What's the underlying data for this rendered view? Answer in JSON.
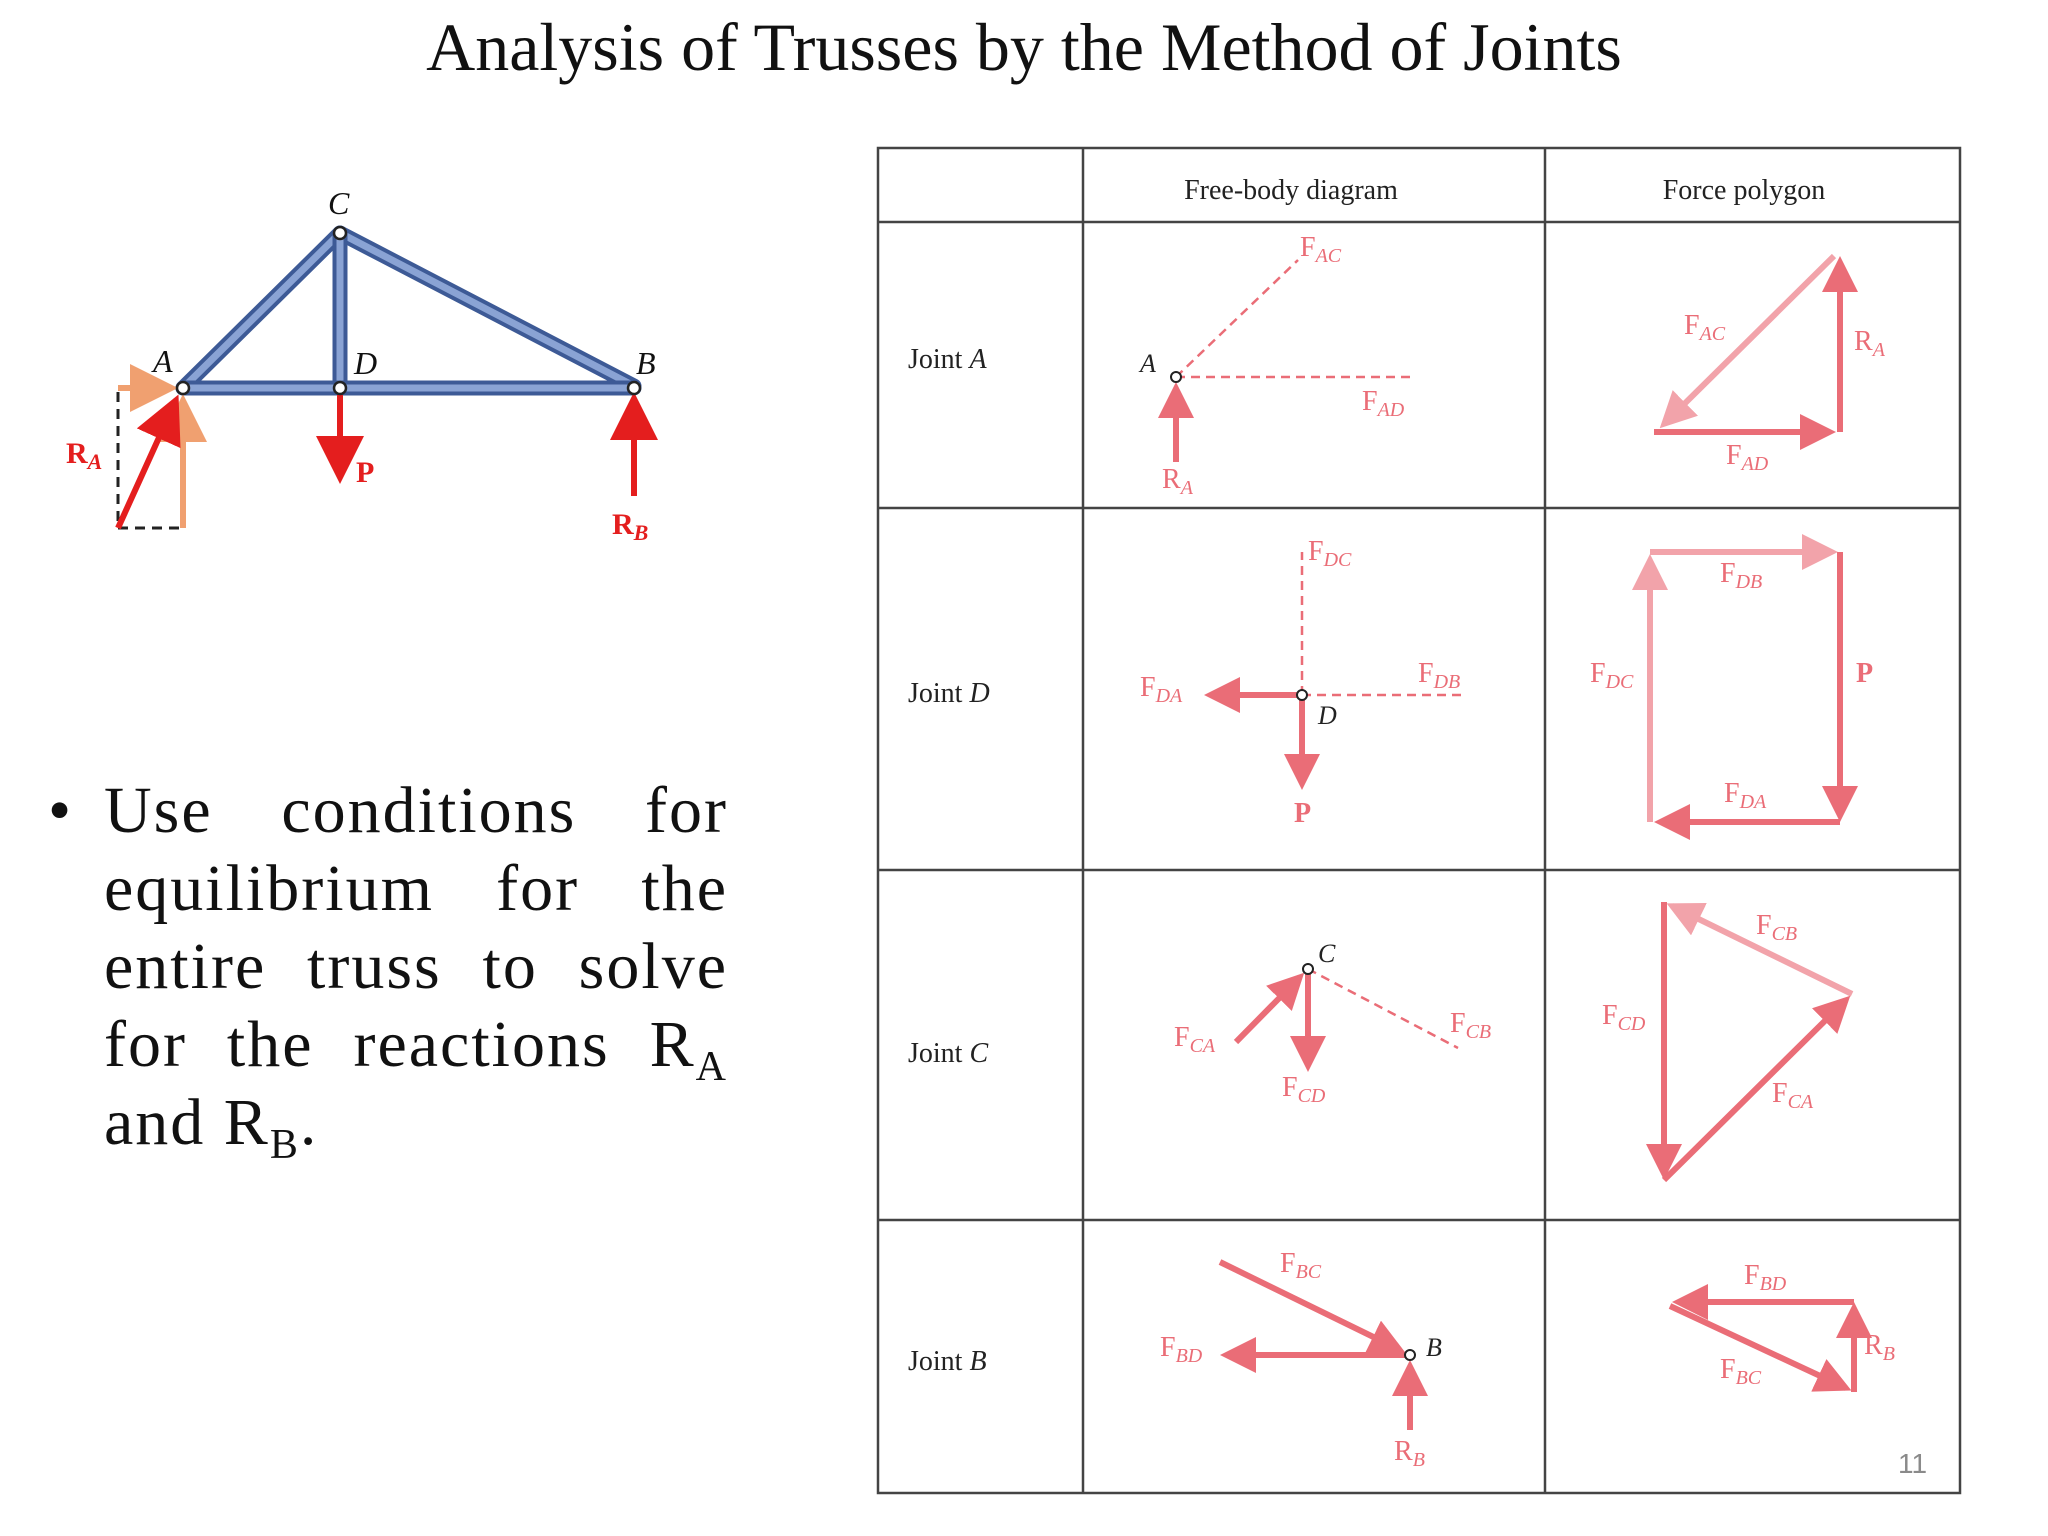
{
  "title": "Analysis of Trusses by the Method of Joints",
  "bullet": {
    "text_pre": "Use conditions for equilibrium for the entire truss to solve for the reactions R",
    "sub_a": "A",
    "text_mid": " and R",
    "sub_b": "B",
    "text_post": "."
  },
  "truss": {
    "node_c": "C",
    "node_a": "A",
    "node_d": "D",
    "node_b": "B",
    "load": "P",
    "reaction_a": "R",
    "reaction_a_sub": "A",
    "reaction_b": "R",
    "reaction_b_sub": "B"
  },
  "table": {
    "col_fbd": "Free-body diagram",
    "col_polygon": "Force  polygon",
    "rows": [
      {
        "label": "Joint ",
        "joint": "A"
      },
      {
        "label": "Joint ",
        "joint": "D"
      },
      {
        "label": "Joint ",
        "joint": "C"
      },
      {
        "label": "Joint ",
        "joint": "B"
      }
    ]
  },
  "joint_a": {
    "fbd": {
      "node": "A",
      "f_ac": "AC",
      "f_ad": "AD",
      "r_a": "A"
    },
    "poly": {
      "f_ac": "AC",
      "r_a": "A",
      "f_ad": "AD"
    }
  },
  "joint_d": {
    "fbd": {
      "node": "D",
      "f_dc": "DC",
      "f_da": "DA",
      "f_db": "DB",
      "p": "P"
    },
    "poly": {
      "f_db": "DB",
      "f_dc": "DC",
      "p": "P",
      "f_da": "DA"
    }
  },
  "joint_c": {
    "fbd": {
      "node": "C",
      "f_ca": "CA",
      "f_cd": "CD",
      "f_cb": "CB"
    },
    "poly": {
      "f_cb": "CB",
      "f_cd": "CD",
      "f_ca": "CA"
    }
  },
  "joint_b": {
    "fbd": {
      "node": "B",
      "f_bc": "BC",
      "f_bd": "BD",
      "r_b": "B"
    },
    "poly": {
      "f_bd": "BD",
      "r_b": "B",
      "f_bc": "BC"
    }
  },
  "page_number": "11",
  "colors": {
    "red": "#e41e1e",
    "pink": "#ea6d77",
    "light_pink": "#f2a3aa",
    "member_blue": "#5f7fb8",
    "table_line": "#444444"
  }
}
